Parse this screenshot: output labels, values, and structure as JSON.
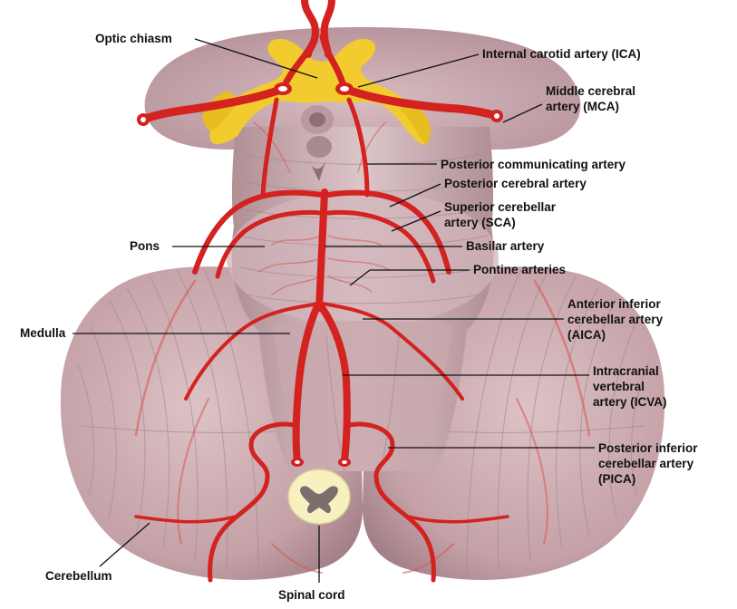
{
  "labels": {
    "optic_chiasm": "Optic chiasm",
    "ica": "Internal carotid artery (ICA)",
    "mca_1": "Middle cerebral",
    "mca_2": "artery (MCA)",
    "pcomm": "Posterior communicating artery",
    "pca": "Posterior cerebral artery",
    "sca_1": "Superior cerebellar",
    "sca_2": "artery (SCA)",
    "pons": "Pons",
    "basilar": "Basilar artery",
    "pontine": "Pontine arteries",
    "aica_1": "Anterior inferior",
    "aica_2": "cerebellar artery",
    "aica_3": "(AICA)",
    "medulla": "Medulla",
    "icva_1": "Intracranial",
    "icva_2": "vertebral",
    "icva_3": "artery (ICVA)",
    "pica_1": "Posterior inferior",
    "pica_2": "cerebellar artery",
    "pica_3": "(PICA)",
    "cerebellum": "Cerebellum",
    "spinal_cord": "Spinal cord"
  },
  "colors": {
    "artery": "#d3221f",
    "brain_tissue": "#c9a9ae",
    "optic_tissue": "#f2cc2e",
    "spinal_cord": "#f7f0c0"
  }
}
